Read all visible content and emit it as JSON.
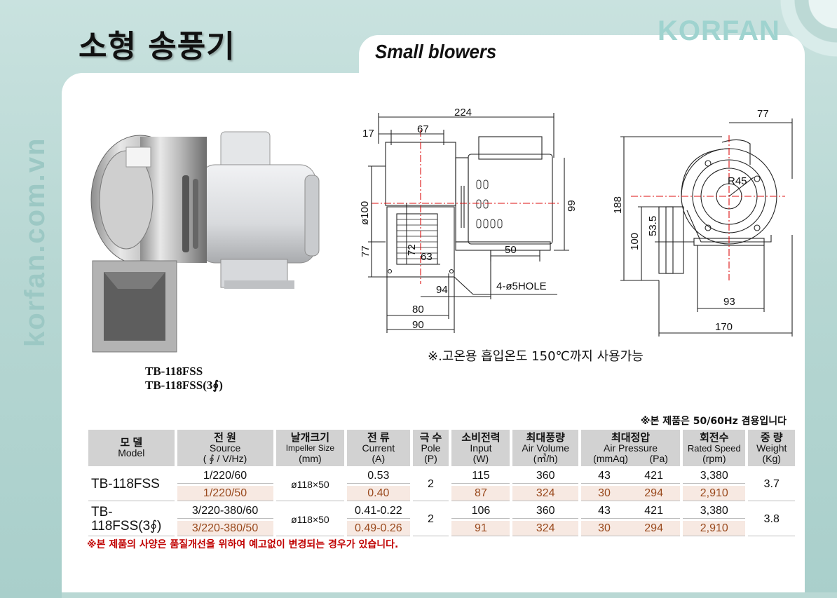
{
  "header": {
    "title_ko": "소형 송풍기",
    "title_en": "Small blowers",
    "brand": "KORFAN"
  },
  "side_url": "korfan.com.vn",
  "product": {
    "caption_lines": [
      "TB-118FSS",
      "TB-118FSS(3∮)"
    ]
  },
  "drawing": {
    "dims": {
      "d224": "224",
      "d17": "17",
      "d67": "67",
      "d100": "ø100",
      "d99": "99",
      "d77l": "77",
      "d72": "72",
      "d63": "63",
      "d50": "50",
      "d94": "94",
      "hole": "4-ø5HOLE",
      "d80": "80",
      "d90": "90",
      "d77r": "77",
      "d188": "188",
      "d53": "53.5",
      "d100r": "100",
      "r45": "R45",
      "d93": "93",
      "d170": "170"
    }
  },
  "notes": {
    "temperature": "※.고온용 흡입온도 150℃까지 사용가능",
    "hz": "※본 제품은 50/60Hz 겸용입니다",
    "disclaimer": "※본 제품의 사양은 품질개선을 위하여 예고없이 변경되는 경우가 있습니다."
  },
  "table": {
    "headers": {
      "model": {
        "ko": "모 델",
        "en": "Model"
      },
      "source": {
        "ko": "전 원",
        "en": "Source",
        "unit": "( ∮ / V/Hz)"
      },
      "impeller": {
        "ko": "날개크기",
        "en": "Impeller Size",
        "unit": "(mm)"
      },
      "current": {
        "ko": "전 류",
        "en": "Current",
        "unit": "(A)"
      },
      "pole": {
        "ko": "극 수",
        "en": "Pole",
        "unit": "(P)"
      },
      "input": {
        "ko": "소비전력",
        "en": "Input",
        "unit": "(W)"
      },
      "volume": {
        "ko": "최대풍량",
        "en": "Air Volume",
        "unit": "(㎥/h)"
      },
      "pressure": {
        "ko": "최대정압",
        "en": "Air Pressure",
        "unit1": "(mmAq)",
        "unit2": "(Pa)"
      },
      "speed": {
        "ko": "회전수",
        "en": "Rated Speed",
        "unit": "(rpm)"
      },
      "weight": {
        "ko": "중 량",
        "en": "Weight",
        "unit": "(Kg)"
      }
    },
    "rows": [
      {
        "model": "TB-118FSS",
        "impeller": "ø118×50",
        "pole": "2",
        "weight": "3.7",
        "r60": {
          "source": "1/220/60",
          "current": "0.53",
          "input": "115",
          "volume": "360",
          "mmaq": "43",
          "pa": "421",
          "rpm": "3,380"
        },
        "r50": {
          "source": "1/220/50",
          "current": "0.40",
          "input": "87",
          "volume": "324",
          "mmaq": "30",
          "pa": "294",
          "rpm": "2,910"
        }
      },
      {
        "model": "TB-118FSS(3∮)",
        "impeller": "ø118×50",
        "pole": "2",
        "weight": "3.8",
        "r60": {
          "source": "3/220-380/60",
          "current": "0.41-0.22",
          "input": "106",
          "volume": "360",
          "mmaq": "43",
          "pa": "421",
          "rpm": "3,380"
        },
        "r50": {
          "source": "3/220-380/50",
          "current": "0.49-0.26",
          "input": "91",
          "volume": "324",
          "mmaq": "30",
          "pa": "294",
          "rpm": "2,910"
        }
      }
    ]
  }
}
